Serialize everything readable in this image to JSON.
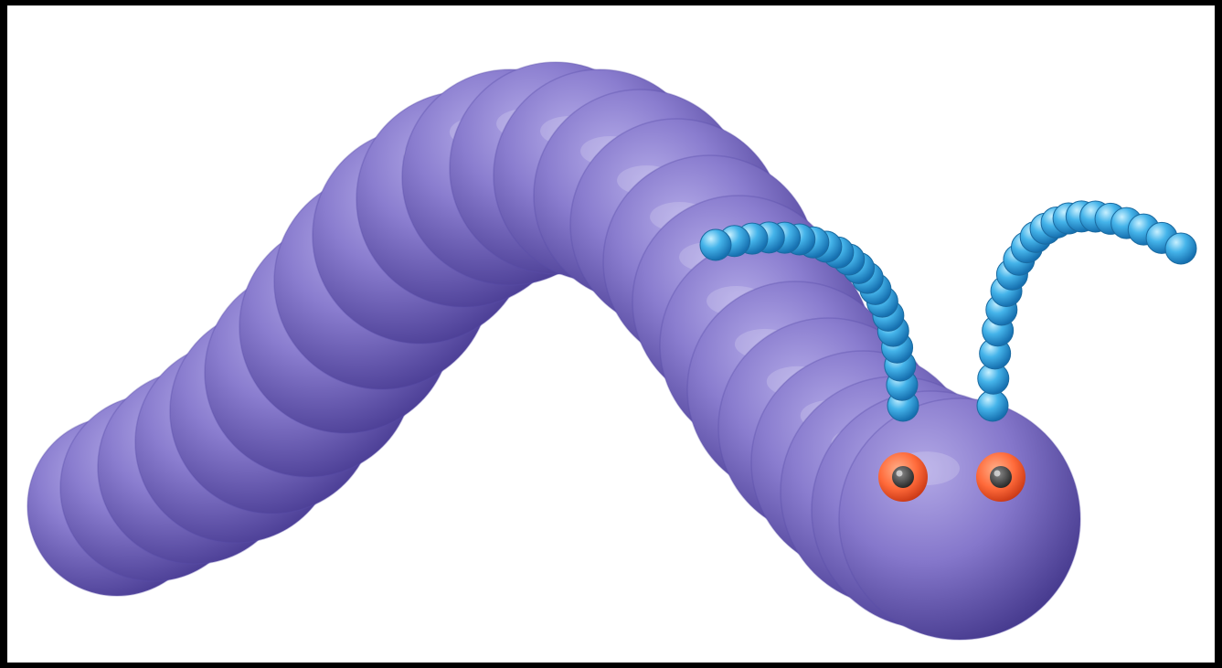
{
  "scene": {
    "subject": "caterpillar",
    "colors": {
      "frame": "#000000",
      "background": "#ffffff",
      "body_light": "#a89ee0",
      "body_mid": "#7c6ec4",
      "body_dark": "#4c3f96",
      "segment_edge": "#5a4ca8",
      "antenna_light": "#a6e4ff",
      "antenna_mid": "#3fb0e8",
      "antenna_dark": "#1a78b8",
      "eye_ring": "#ff6a3a",
      "eye_ring_dark": "#c93a14",
      "pupil": "#3a3a3a"
    },
    "parts": {
      "body_segments": 24,
      "antennae": 2,
      "eyes": 2
    }
  }
}
